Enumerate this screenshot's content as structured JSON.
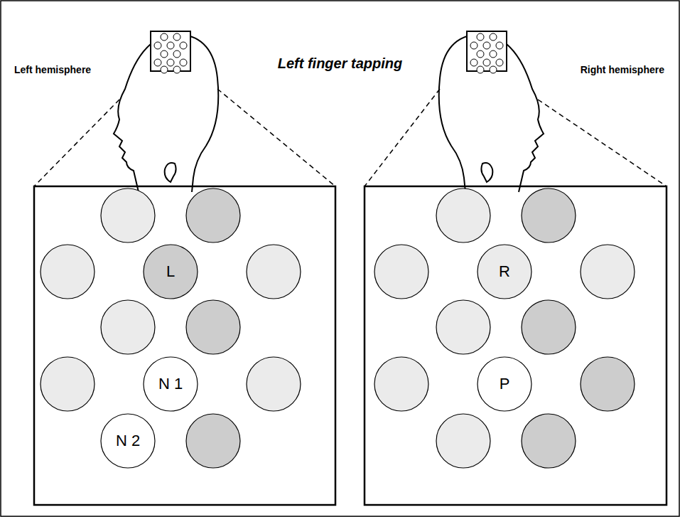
{
  "diagram": {
    "title": "Left finger tapping",
    "nodes": [
      {
        "text": [
          "L"
        ]
      },
      {
        "text": [
          "N 1"
        ]
      },
      {
        "text": [
          "N 2"
        ]
      },
      {
        "text": [
          "R"
        ]
      },
      {
        "text": [
          "P"
        ]
      }
    ],
    "labels": [
      "Left hemisphere",
      "Right hemisphere"
    ]
  }
}
